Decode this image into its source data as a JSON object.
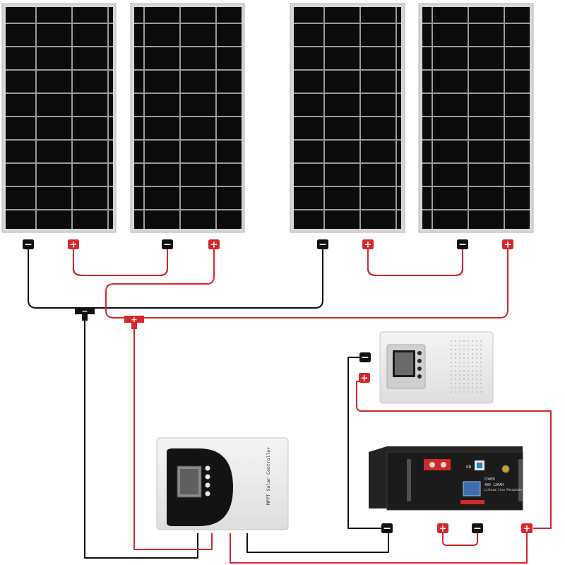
{
  "panels": [
    {
      "id": "panel-1"
    },
    {
      "id": "panel-2"
    },
    {
      "id": "panel-3"
    },
    {
      "id": "panel-4"
    }
  ],
  "connectors": {
    "negative_symbol": "−",
    "positive_symbol": "+"
  },
  "controller": {
    "side_label": "MPPT Solar Controller"
  },
  "battery": {
    "model_label": "48V 120AH",
    "chem_label": "Lithium Iron Phosphate",
    "switch_on_label": "ON",
    "power_label": "POWER"
  },
  "colors": {
    "positive_wire": "#d8262b",
    "negative_wire": "#111111",
    "panel_cell": "#0b0b0b",
    "panel_frame": "#cfcfcf",
    "lcd": "#3f6db0"
  }
}
